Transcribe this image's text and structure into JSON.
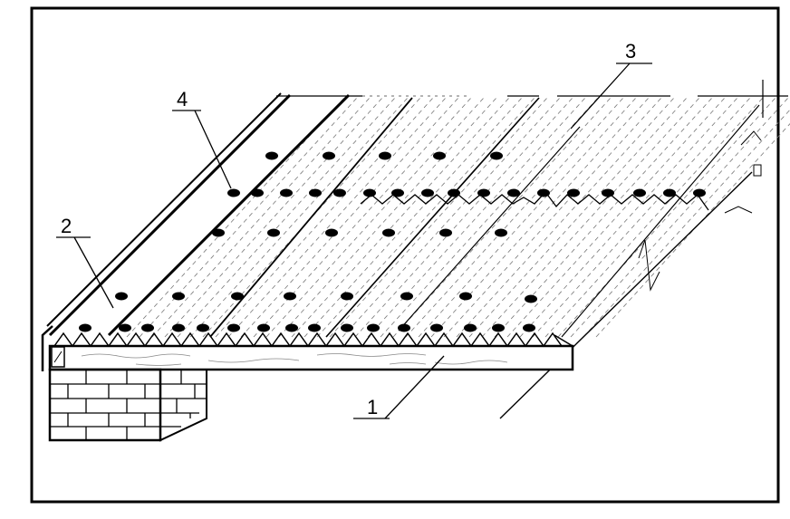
{
  "callouts": [
    {
      "id": "1",
      "text": "1"
    },
    {
      "id": "2",
      "text": "2"
    },
    {
      "id": "3",
      "text": "3"
    },
    {
      "id": "4",
      "text": "4"
    }
  ],
  "colors": {
    "ink": "#000000",
    "paper": "#ffffff",
    "light_ink": "#555555"
  }
}
